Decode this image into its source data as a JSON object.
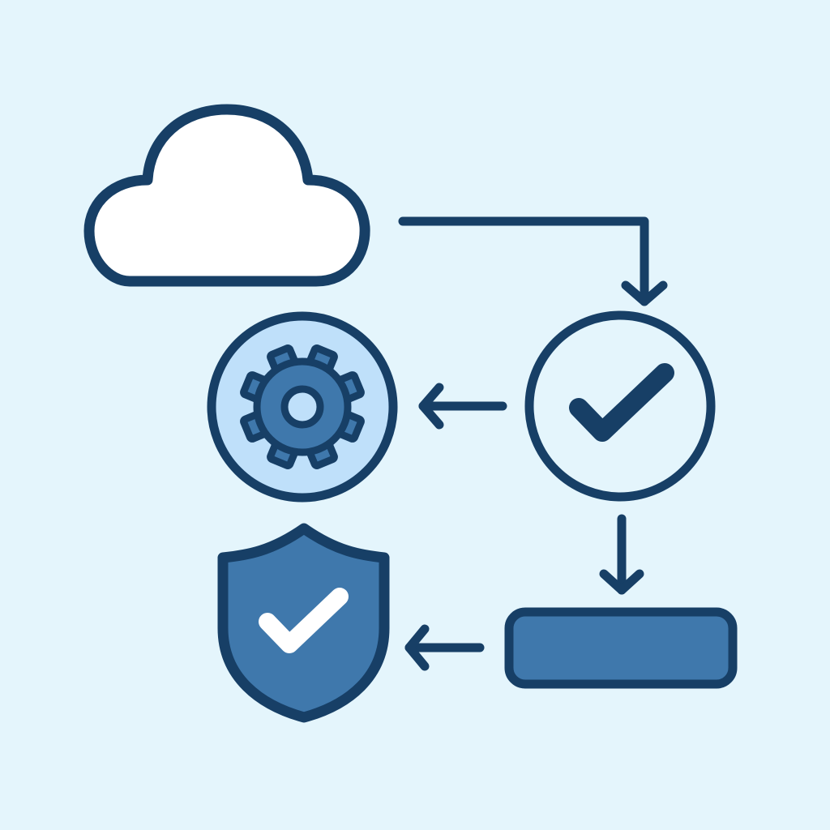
{
  "diagram": {
    "nodes": [
      {
        "id": "cloud",
        "icon": "cloud-icon"
      },
      {
        "id": "verify",
        "icon": "checkmark-circle-icon"
      },
      {
        "id": "settings",
        "icon": "gear-icon"
      },
      {
        "id": "bar",
        "icon": "rectangle-bar"
      },
      {
        "id": "security",
        "icon": "shield-check-icon"
      }
    ],
    "edges": [
      {
        "from": "cloud",
        "to": "verify"
      },
      {
        "from": "verify",
        "to": "settings"
      },
      {
        "from": "verify",
        "to": "bar"
      },
      {
        "from": "bar",
        "to": "security"
      }
    ]
  },
  "colors": {
    "background": "#e4f5fc",
    "stroke": "#173f66",
    "accent_fill": "#3f78ac",
    "light_fill": "#bfe0fa",
    "white": "#ffffff"
  }
}
